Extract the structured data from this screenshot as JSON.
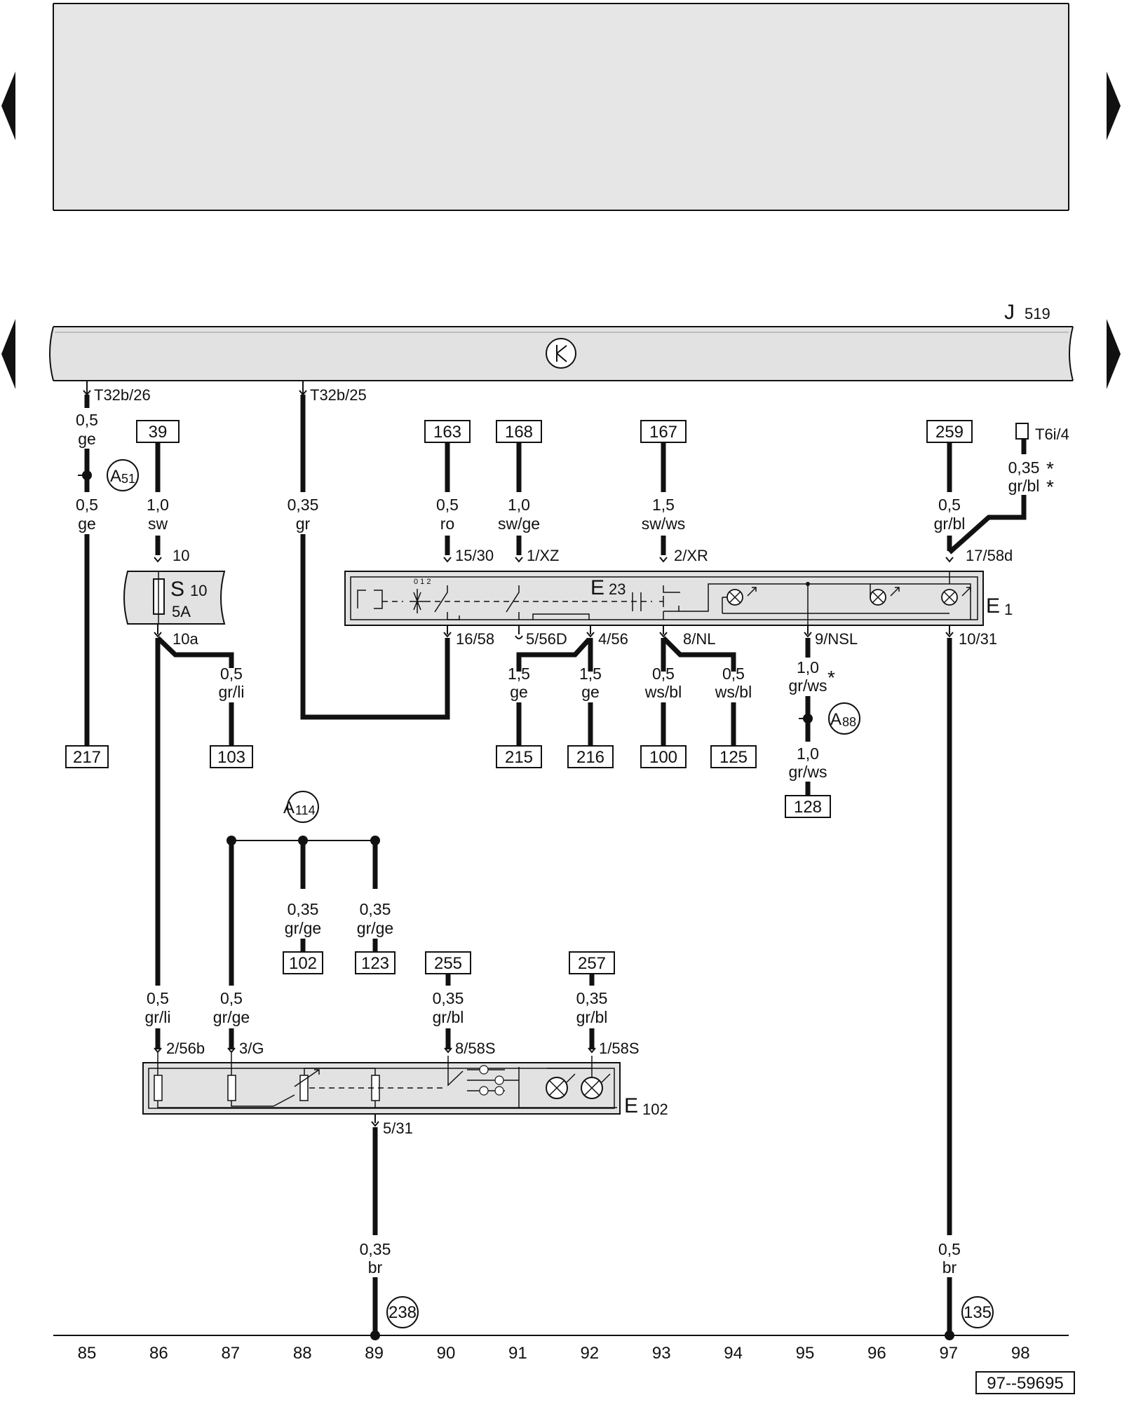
{
  "drawing_number": "97--59695",
  "controller": {
    "name": "J",
    "sub": "519"
  },
  "components": {
    "E1": {
      "name": "E",
      "sub": "1"
    },
    "E23": {
      "name": "E",
      "sub": "23"
    },
    "E102": {
      "name": "E",
      "sub": "102"
    },
    "S10": {
      "name": "S",
      "sub": "10",
      "rating": "5A"
    }
  },
  "connectors": {
    "t32b_26": "T32b/26",
    "t32b_25": "T32b/25",
    "t6i_4": "T6i/4"
  },
  "circles": {
    "a51": {
      "name": "A",
      "sub": "51"
    },
    "a88": {
      "name": "A",
      "sub": "88"
    },
    "a114": {
      "name": "A",
      "sub": "114"
    },
    "c238": "238",
    "c135": "135"
  },
  "ref_boxes": {
    "r39": "39",
    "r163": "163",
    "r168": "168",
    "r167": "167",
    "r259": "259",
    "r217": "217",
    "r103": "103",
    "r215": "215",
    "r216": "216",
    "r100": "100",
    "r125": "125",
    "r128": "128",
    "r102": "102",
    "r123": "123",
    "r255": "255",
    "r257": "257"
  },
  "wires": {
    "w85a": [
      "0,5",
      "ge"
    ],
    "w85b": [
      "0,5",
      "ge"
    ],
    "w86": [
      "1,0",
      "sw"
    ],
    "w88": [
      "0,35",
      "gr"
    ],
    "w90": [
      "0,5",
      "ro"
    ],
    "w91": [
      "1,0",
      "sw/ge"
    ],
    "w93": [
      "1,5",
      "sw/ws"
    ],
    "w97": [
      "0,5",
      "gr/bl"
    ],
    "w98": [
      "0,35",
      "gr/bl"
    ],
    "w87r": [
      "0,5",
      "gr/li"
    ],
    "w91b": [
      "1,5",
      "ge"
    ],
    "w92b": [
      "1,5",
      "ge"
    ],
    "w93b": [
      "0,5",
      "ws/bl"
    ],
    "w94b": [
      "0,5",
      "ws/bl"
    ],
    "w95a": [
      "1,0",
      "gr/ws"
    ],
    "w95b": [
      "1,0",
      "gr/ws"
    ],
    "w88c": [
      "0,35",
      "gr/ge"
    ],
    "w89c": [
      "0,35",
      "gr/ge"
    ],
    "w86d": [
      "0,5",
      "gr/li"
    ],
    "w87d": [
      "0,5",
      "gr/ge"
    ],
    "w90d": [
      "0,35",
      "gr/bl"
    ],
    "w92d": [
      "0,35",
      "gr/bl"
    ],
    "w89e": [
      "0,35",
      "br"
    ],
    "w97e": [
      "0,5",
      "br"
    ]
  },
  "pins": {
    "p86a": "10",
    "p86b": "10a",
    "p90a": "15/30",
    "p91a": "1/XZ",
    "p93a": "2/XR",
    "p97a": "17/58d",
    "p90b": "16/58",
    "p91b": "5/56D",
    "p92b": "4/56",
    "p93b": "8/NL",
    "p95b": "9/NSL",
    "p97b": "10/31",
    "p86c": "2/56b",
    "p87c": "3/G",
    "p90c": "8/58S",
    "p92c": "1/58S",
    "p89c": "5/31"
  },
  "switch_positions": "0 1 2",
  "asterisk": "*",
  "tracks": [
    "85",
    "86",
    "87",
    "88",
    "89",
    "90",
    "91",
    "92",
    "93",
    "94",
    "95",
    "96",
    "97",
    "98"
  ]
}
